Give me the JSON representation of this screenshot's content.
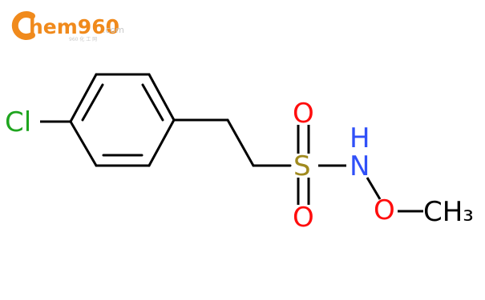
{
  "logo": {
    "c_letter": "C",
    "text": "hem960",
    "domain": ".com",
    "sub": "960 化 工 网",
    "colors": {
      "orange": "#f08a1c",
      "gray": "#c8c8c8"
    }
  },
  "molecule": {
    "atoms": {
      "chlorine": "Cl",
      "sulfur": "S",
      "oxygen_top": "O",
      "oxygen_bottom": "O",
      "nitrogen": "N",
      "hydrogen": "H",
      "oxygen_ether": "O",
      "methyl": "CH₃"
    },
    "colors": {
      "bond": "#000000",
      "chlorine": "#1fa51f",
      "sulfur": "#a08a1e",
      "oxygen": "#ff0d0d",
      "nitrogen": "#3050f8",
      "carbon": "#000000"
    }
  }
}
